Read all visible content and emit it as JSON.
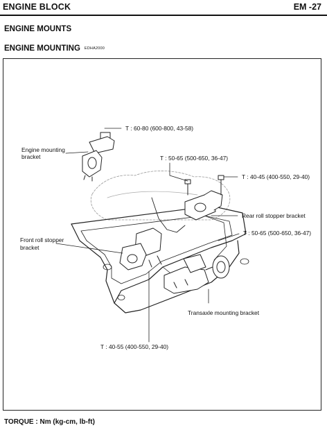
{
  "header": {
    "section": "ENGINE BLOCK",
    "page": "EM -27"
  },
  "headings": {
    "main": "ENGINE MOUNTS",
    "sub": "ENGINE MOUNTING",
    "code": "EDHA2000"
  },
  "labels": {
    "torque_top": "T : 60-80 (600-800, 43-58)",
    "engine_bracket_1": "Engine mounting",
    "engine_bracket_2": "bracket",
    "torque_mid": "T : 50-65 (500-650, 36-47)",
    "torque_right": "T : 40-45 (400-550, 29-40)",
    "rear_roll": "Rear roll stopper bracket",
    "front_roll_1": "Front roll stopper",
    "front_roll_2": "bracket",
    "torque_right2": "T : 50-65 (500-650, 36-47)",
    "transaxle": "Transaxle mounting bracket",
    "torque_bottom": "T : 40-55 (400-550, 29-40)"
  },
  "footer": {
    "torque_units": "TORQUE : Nm (kg-cm, lb-ft)"
  }
}
